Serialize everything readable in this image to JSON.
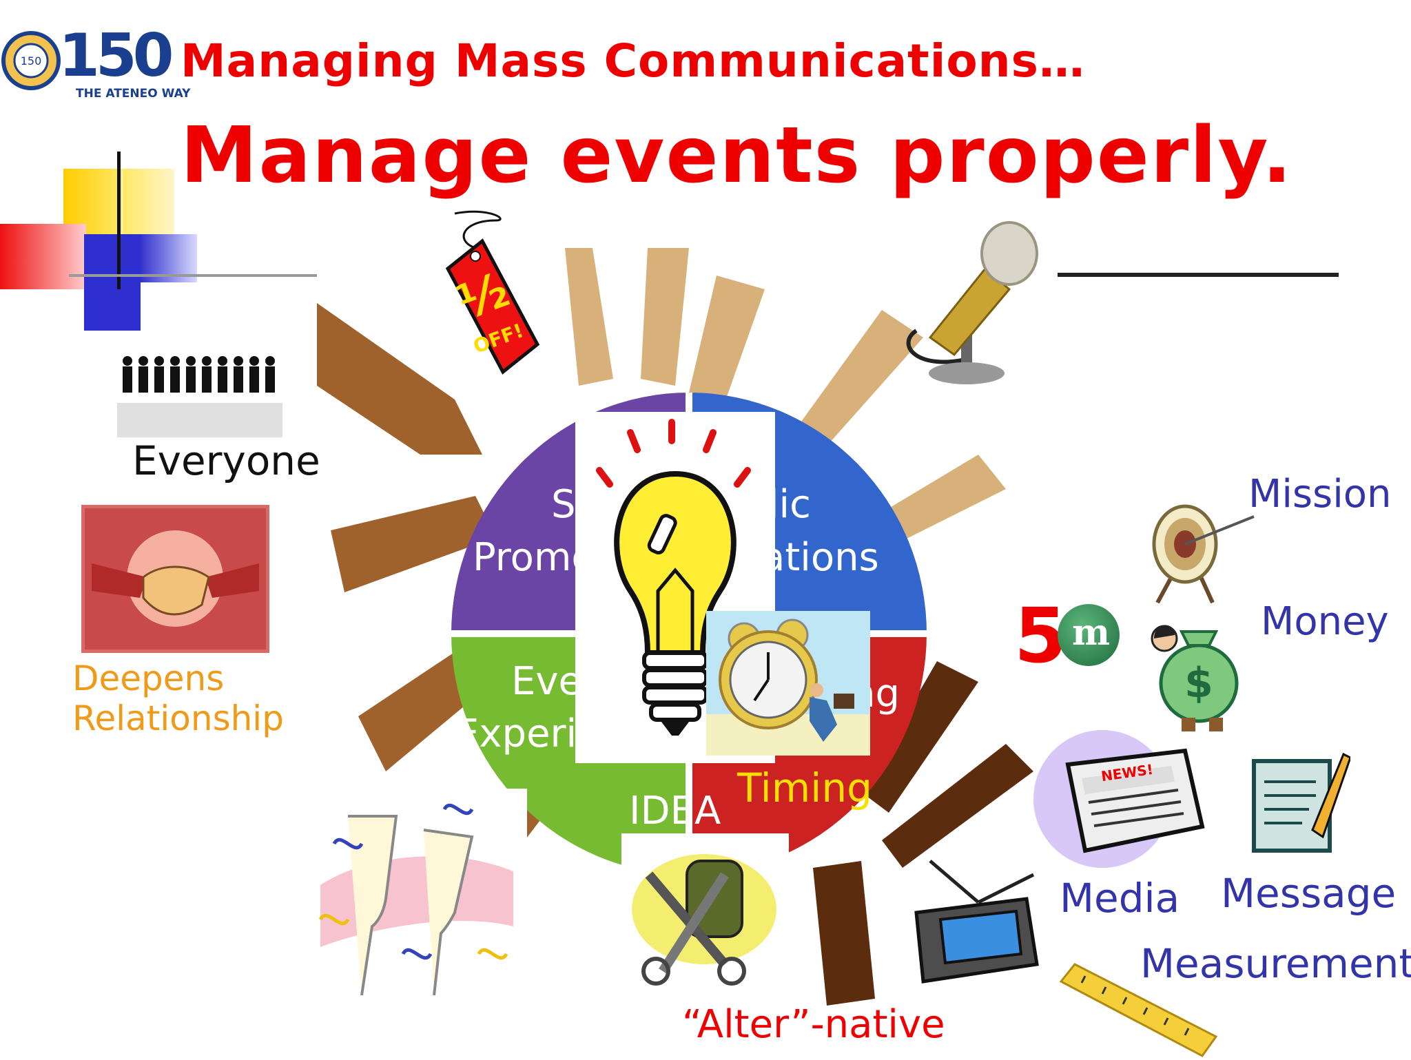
{
  "slide": {
    "logo": {
      "number": "150",
      "text": "THE ATENEO WAY"
    },
    "title_line1": "Managing Mass Communications…",
    "title_line2": "Manage events properly.",
    "price_tag": {
      "fraction": "½",
      "text": "OFF!"
    },
    "pie_labels": {
      "top_left_a": "S",
      "top_left_b": "Promo",
      "top_right_a": "lic",
      "top_right_b": "ations",
      "bottom_left_a": "Eve",
      "bottom_left_b": "Experie",
      "bottom_right": "ng"
    },
    "labels": {
      "everyone": "Everyone",
      "deepens": "Deepens",
      "relationship": "Relationship",
      "idea": "IDEA",
      "timing": "Timing",
      "alternative": "“Alter”-native",
      "mission": "Mission",
      "money": "Money",
      "media": "Media",
      "message": "Message",
      "measurement": "Measurement",
      "five": "5",
      "five_m": "m",
      "news": "NEWS!"
    },
    "colors": {
      "title": "#ee0000",
      "blue_label": "#3333aa",
      "orange_label": "#f09a1a",
      "yellow_label": "#f5e000",
      "pie_purple": "#6a45a5",
      "pie_blue": "#3366cc",
      "pie_green": "#77bb33",
      "pie_red": "#cc2222"
    }
  }
}
